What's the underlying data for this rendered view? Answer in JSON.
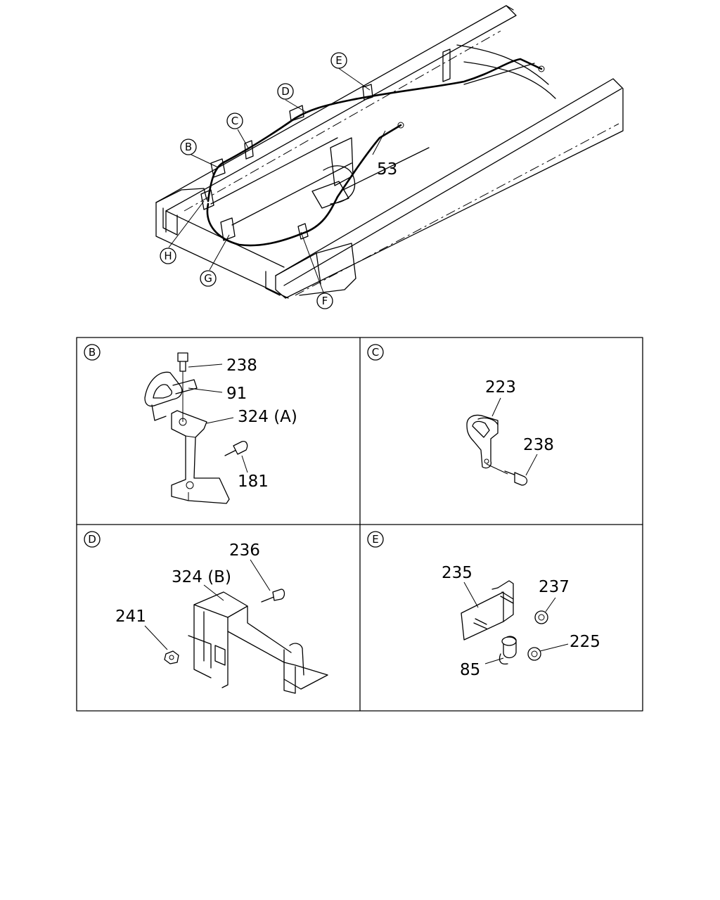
{
  "overview": {
    "callouts": {
      "b": "B",
      "c": "C",
      "d": "D",
      "e": "E",
      "f": "F",
      "g": "G",
      "h": "H"
    },
    "part_53": "53"
  },
  "panels": {
    "b": {
      "letter": "B",
      "parts": {
        "p238": "238",
        "p91": "91",
        "p324a": "324 (A)",
        "p181": "181"
      }
    },
    "c": {
      "letter": "C",
      "parts": {
        "p223": "223",
        "p238": "238"
      }
    },
    "d": {
      "letter": "D",
      "parts": {
        "p236": "236",
        "p324b": "324 (B)",
        "p241": "241"
      }
    },
    "e": {
      "letter": "E",
      "parts": {
        "p235": "235",
        "p237": "237",
        "p225": "225",
        "p85": "85"
      }
    }
  }
}
